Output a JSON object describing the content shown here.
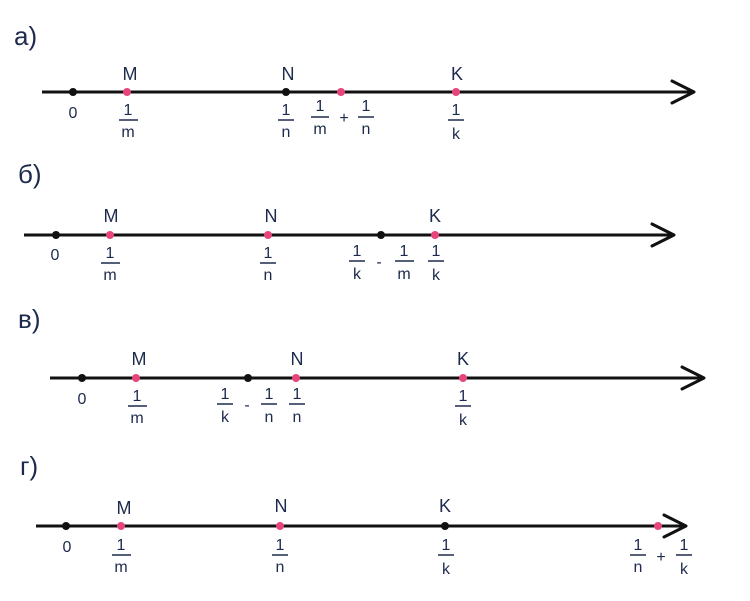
{
  "colors": {
    "ink": "#1d2a4d",
    "pink": "#e8457c",
    "black": "#111111"
  },
  "panels": [
    {
      "label": "а)",
      "zero": "0",
      "points": [
        {
          "name": "M",
          "num": "1",
          "den": "m"
        },
        {
          "name": "N",
          "num": "1",
          "den": "n"
        },
        {
          "name": "K",
          "num": "1",
          "den": "k"
        }
      ],
      "expr": {
        "num1": "1",
        "den1": "m",
        "op": "+",
        "num2": "1",
        "den2": "n"
      }
    },
    {
      "label": "б)",
      "zero": "0",
      "points": [
        {
          "name": "M",
          "num": "1",
          "den": "m"
        },
        {
          "name": "N",
          "num": "1",
          "den": "n"
        },
        {
          "name": "K",
          "num": "1",
          "den": "k"
        }
      ],
      "expr": {
        "num1": "1",
        "den1": "k",
        "op": "-",
        "num2": "1",
        "den2": "m"
      }
    },
    {
      "label": "в)",
      "zero": "0",
      "points": [
        {
          "name": "M",
          "num": "1",
          "den": "m"
        },
        {
          "name": "N",
          "num": "1",
          "den": "n"
        },
        {
          "name": "K",
          "num": "1",
          "den": "k"
        }
      ],
      "expr": {
        "num1": "1",
        "den1": "k",
        "op": "-",
        "num2": "1",
        "den2": "n"
      }
    },
    {
      "label": "г)",
      "zero": "0",
      "points": [
        {
          "name": "M",
          "num": "1",
          "den": "m"
        },
        {
          "name": "N",
          "num": "1",
          "den": "n"
        },
        {
          "name": "K",
          "num": "1",
          "den": "k"
        }
      ],
      "expr": {
        "num1": "1",
        "den1": "n",
        "op": "+",
        "num2": "1",
        "den2": "k"
      }
    }
  ]
}
